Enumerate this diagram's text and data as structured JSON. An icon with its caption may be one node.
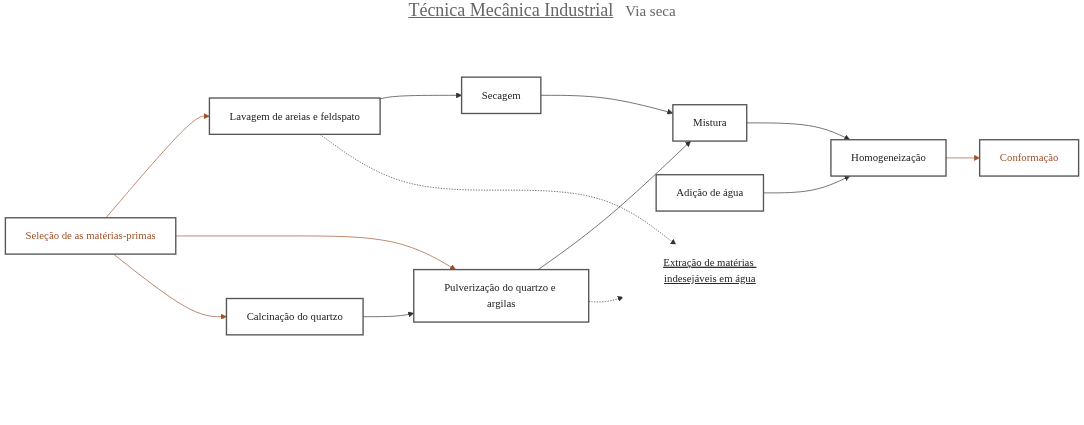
{
  "diagram": {
    "title": "Técnica Mecânica Industrial",
    "nodes": [
      {
        "text": [
          "Seleção de as matérias-primas"
        ]
      },
      {
        "text": [
          "Lavagem de areias e feldspato"
        ]
      },
      {
        "text": [
          "Secagem"
        ]
      },
      {
        "text": [
          "Pulverização do quartzo e argilas"
        ]
      },
      {
        "text": [
          "Calcinação do quartzo"
        ]
      },
      {
        "text": [
          "Mistura"
        ]
      },
      {
        "text": [
          "Adição de água"
        ]
      },
      {
        "text": [
          "Homogeneização"
        ]
      },
      {
        "text": [
          "Conformação"
        ]
      },
      {
        "text": [
          "Extração de matérias indesejáveis em água"
        ]
      }
    ],
    "edges": [
      {
        "from": 0,
        "to": 1,
        "arrow": "to",
        "color": "#a0522d"
      },
      {
        "from": 0,
        "to": 3,
        "arrow": "to",
        "color": "#a0522d"
      },
      {
        "from": 0,
        "to": 4,
        "arrow": "to",
        "color": "#a0522d"
      },
      {
        "from": 1,
        "to": 2,
        "arrow": "to"
      },
      {
        "from": 2,
        "to": 5,
        "arrow": "to"
      },
      {
        "from": 3,
        "to": 5,
        "arrow": "to"
      },
      {
        "from": 4,
        "to": 3,
        "arrow": "to"
      },
      {
        "from": 6,
        "to": 7,
        "arrow": "to"
      },
      {
        "from": 5,
        "to": 7,
        "arrow": "to"
      },
      {
        "from": 7,
        "to": 8,
        "arrow": "to",
        "color": "#a0522d"
      },
      {
        "from": 1,
        "to": 9,
        "arrow": "to",
        "style": "dashed"
      },
      {
        "from": 3,
        "to": 9,
        "arrow": "to",
        "style": "dashed"
      }
    ],
    "labels": [
      "Via seca"
    ]
  }
}
